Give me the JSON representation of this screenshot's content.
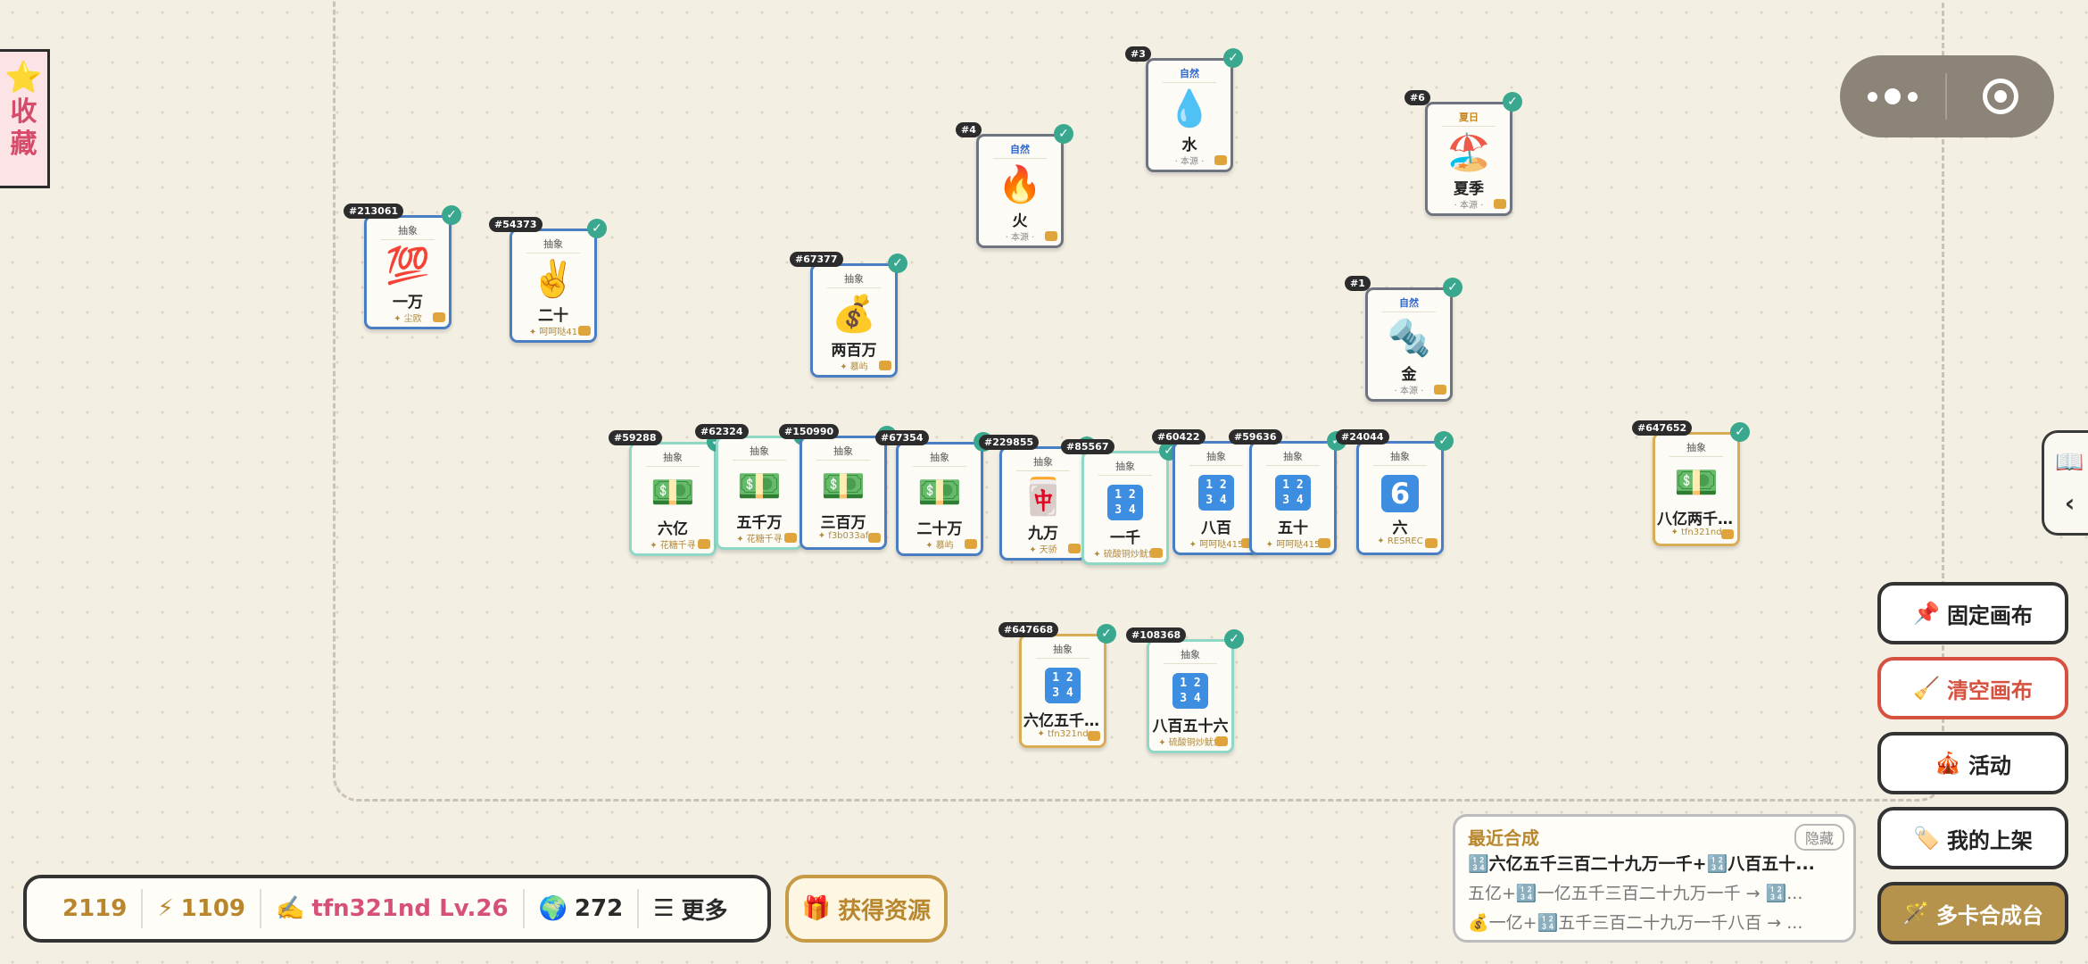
{
  "favorites": {
    "icon": "⭐",
    "label": "收藏"
  },
  "cards": [
    {
      "id": "#213061",
      "category": "抽象",
      "emoji": "💯",
      "name": "一万",
      "author": "✦ 尘欧",
      "style": "blue",
      "cat_style": ""
    },
    {
      "id": "#54373",
      "category": "抽象",
      "emoji": "✌️",
      "name": "二十",
      "author": "✦ 呵呵哒41",
      "style": "blue",
      "cat_style": ""
    },
    {
      "id": "#67377",
      "category": "抽象",
      "emoji": "💰",
      "name": "两百万",
      "author": "✦ 慕屿",
      "style": "blue",
      "cat_style": ""
    },
    {
      "id": "#4",
      "category": "自然",
      "emoji": "🔥",
      "name": "火",
      "author": "· 本源 ·",
      "style": "gray",
      "cat_style": "nature"
    },
    {
      "id": "#3",
      "category": "自然",
      "emoji": "💧",
      "name": "水",
      "author": "· 本源 ·",
      "style": "gray",
      "cat_style": "nature"
    },
    {
      "id": "#6",
      "category": "夏日",
      "emoji": "🏖️",
      "name": "夏季",
      "author": "· 本源 ·",
      "style": "gray",
      "cat_style": "summer"
    },
    {
      "id": "#1",
      "category": "自然",
      "emoji": "🔩",
      "name": "金",
      "author": "· 本源 ·",
      "style": "gray",
      "cat_style": "nature"
    },
    {
      "id": "#59288",
      "category": "抽象",
      "emoji": "💵",
      "name": "六亿",
      "author": "✦ 花糖千寻",
      "style": "teal",
      "cat_style": ""
    },
    {
      "id": "#62324",
      "category": "抽象",
      "emoji": "💵",
      "name": "五千万",
      "author": "✦ 花糖千寻",
      "style": "teal",
      "cat_style": ""
    },
    {
      "id": "#150990",
      "category": "抽象",
      "emoji": "💵",
      "name": "三百万",
      "author": "✦ f3b033af",
      "style": "blue",
      "cat_style": ""
    },
    {
      "id": "#67354",
      "category": "抽象",
      "emoji": "💵",
      "name": "二十万",
      "author": "✦ 慕屿",
      "style": "blue",
      "cat_style": ""
    },
    {
      "id": "#229855",
      "category": "抽象",
      "emoji": "🀄",
      "name": "九万",
      "author": "✦ 天骄",
      "style": "blue",
      "cat_style": ""
    },
    {
      "id": "#85567",
      "category": "抽象",
      "emoji": "1234",
      "name": "一千",
      "author": "✦ 硫酸铜炒鱿鱼",
      "style": "teal",
      "cat_style": ""
    },
    {
      "id": "#60422",
      "category": "抽象",
      "emoji": "1234",
      "name": "八百",
      "author": "✦ 呵呵哒415",
      "style": "blue",
      "cat_style": ""
    },
    {
      "id": "#59636",
      "category": "抽象",
      "emoji": "1234",
      "name": "五十",
      "author": "✦ 呵呵哒415",
      "style": "blue",
      "cat_style": ""
    },
    {
      "id": "#24044",
      "category": "抽象",
      "emoji": "6",
      "name": "六",
      "author": "✦ RESREC",
      "style": "blue",
      "cat_style": ""
    },
    {
      "id": "#647652",
      "category": "抽象",
      "emoji": "💵",
      "name": "八亿两千三...",
      "author": "✦ tfn321nd",
      "style": "gold",
      "cat_style": ""
    },
    {
      "id": "#647668",
      "category": "抽象",
      "emoji": "1234",
      "name": "六亿五千三...",
      "author": "✦ tfn321nd",
      "style": "gold",
      "cat_style": ""
    },
    {
      "id": "#108368",
      "category": "抽象",
      "emoji": "1234",
      "name": "八百五十六",
      "author": "✦ 硫酸铜炒鱿鱼",
      "style": "teal",
      "cat_style": ""
    }
  ],
  "side_tab": {
    "book_icon": "📖",
    "chevron": "‹"
  },
  "right_buttons": [
    {
      "icon": "📌",
      "label": "固定画布"
    },
    {
      "icon": "🧹",
      "label": "清空画布"
    },
    {
      "icon": "🎪",
      "label": "活动"
    },
    {
      "icon": "🏷️",
      "label": "我的上架"
    },
    {
      "icon": "🪄",
      "label": "多卡合成台"
    }
  ],
  "recent": {
    "title": "最近合成",
    "hide_label": "隐藏",
    "rows": [
      "🔢六亿五千三百二十九万一千+🔢八百五十...",
      "五亿+🔢一亿五千三百二十九万一千 → 🔢...",
      "💰一亿+🔢五千三百二十九万一千八百 → ..."
    ]
  },
  "status": {
    "coins": "2119",
    "energy_icon": "⚡",
    "energy": "1109",
    "user_icon": "✍️",
    "user": "tfn321nd Lv.26",
    "globe_icon": "🌍",
    "globe": "272",
    "more_icon": "☰",
    "more": "更多"
  },
  "resource_button": {
    "icon": "🎁",
    "label": "获得资源"
  }
}
